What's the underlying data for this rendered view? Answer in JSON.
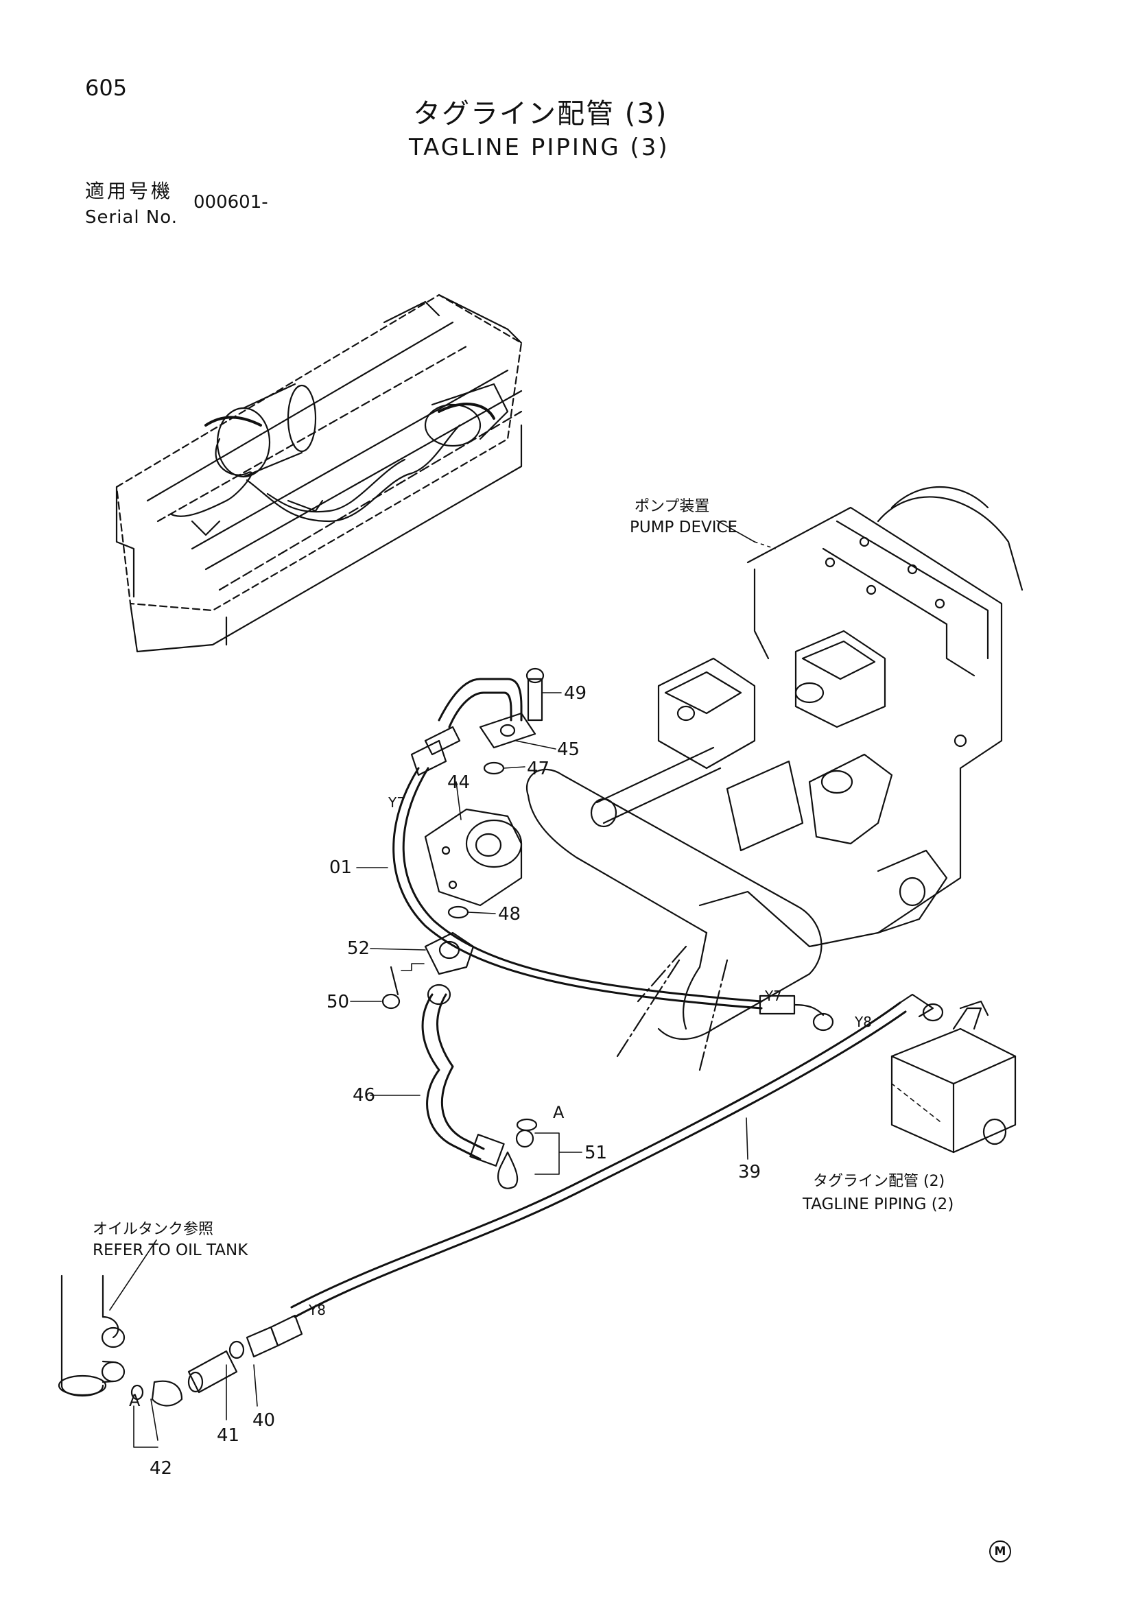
{
  "page_number": "605",
  "title_jp": "タグライン配管 (3)",
  "title_en": "TAGLINE PIPING (3)",
  "serial": {
    "label_jp": "適用号機",
    "label_en": "Serial No.",
    "value": "000601-"
  },
  "references": {
    "pump_jp": "ポンプ装置",
    "pump_en": "PUMP DEVICE",
    "tagline2_jp": "タグライン配管 (2)",
    "tagline2_en": "TAGLINE PIPING (2)",
    "oiltank_jp": "オイルタンク参照",
    "oiltank_en": "REFER TO OIL TANK"
  },
  "callouts": {
    "c49": "49",
    "c45": "45",
    "c44": "44",
    "c47": "47",
    "c01": "01",
    "c48": "48",
    "c52": "52",
    "c50": "50",
    "c46": "46",
    "c51": "51",
    "c39": "39",
    "c41": "41",
    "c40": "40",
    "c42": "42",
    "a1": "A",
    "a2": "A",
    "y7a": "Y7",
    "y7b": "Y7",
    "y8a": "Y8",
    "y8b": "Y8"
  },
  "mark": "M"
}
